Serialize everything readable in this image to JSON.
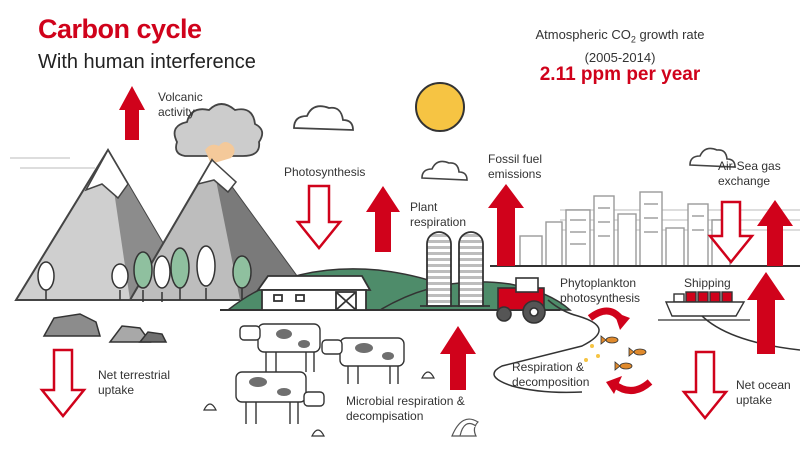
{
  "header": {
    "title": "Carbon cycle",
    "subtitle": "With human interference"
  },
  "stat": {
    "line1_prefix": "Atmospheric CO",
    "line1_subscript": "2",
    "line1_suffix": " growth rate",
    "period": "(2005-2014)",
    "value": "2.11 ppm per year"
  },
  "labels": {
    "volcanic": "Volcanic\nactivity",
    "photosynthesis": "Photosynthesis",
    "plant_respiration": "Plant\nrespiration",
    "fossil_fuel": "Fossil fuel\nemissions",
    "air_sea": "Air-Sea gas\nexchange",
    "phytoplankton": "Phytoplankton\nphotosynthesis",
    "shipping": "Shipping",
    "respiration_decomposition": "Respiration &\ndecomposition",
    "net_terrestrial": "Net terrestrial\nuptake",
    "microbial": "Microbial respiration &\ndecompisation",
    "net_ocean": "Net ocean\nuptake"
  },
  "colors": {
    "accent_red": "#d0021b",
    "sun": "#f6c443",
    "mountain_dark": "#8c8c8c",
    "mountain_light": "#cfcfcf",
    "hill_green": "#4e8c6a",
    "hill_light": "#8fc09f",
    "cow_spots": "#6f6f6f",
    "fish": "#e08a2c"
  },
  "icons": {
    "arrows": [
      "volcanic-up-arrow",
      "photosynthesis-down-arrow",
      "plant-respiration-up-arrow",
      "fossil-fuel-up-arrow",
      "air-sea-down-arrow",
      "air-sea-up-arrow",
      "net-terrestrial-down-arrow",
      "microbial-up-arrow",
      "net-ocean-down-arrow",
      "ocean-up-arrow"
    ],
    "illustrations": [
      "sun-icon",
      "cloud-icon",
      "volcano-icon",
      "mountain-icon",
      "tree-icon",
      "barn-icon",
      "silo-icon",
      "tractor-icon",
      "city-skyline-icon",
      "ship-icon",
      "cow-icon",
      "fish-icon",
      "rock-icon",
      "fungi-icon"
    ]
  }
}
